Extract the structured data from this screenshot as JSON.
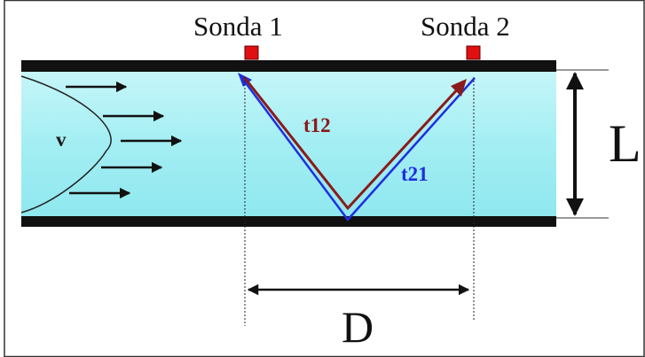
{
  "labels": {
    "probe1": "Sonda 1",
    "probe2": "Sonda 2",
    "velocity": "v",
    "t12": "t12",
    "t21": "t21",
    "L": "L",
    "D": "D"
  },
  "colors": {
    "pipe_wall": "#111111",
    "fluid": "#a7f0f5",
    "probe": "#e01010",
    "path_t12": "#8b1a1a",
    "path_t21": "#1f2ee0",
    "flow_arrow": "#111111",
    "frame": "#333333"
  }
}
